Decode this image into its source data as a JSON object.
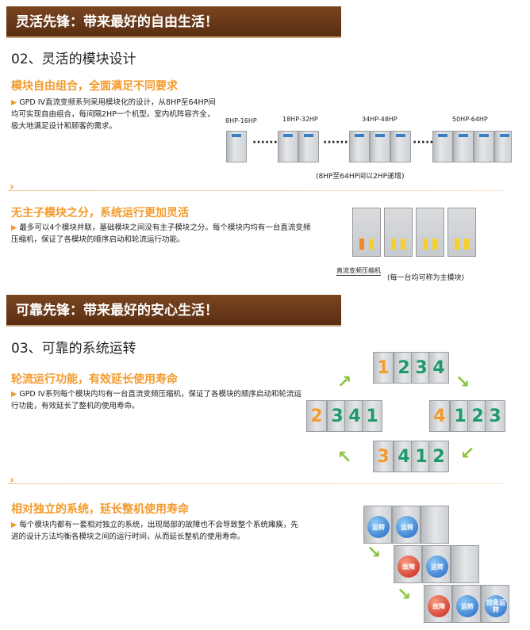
{
  "banner1": "灵活先锋：带来最好的自由生活！",
  "section1": {
    "title": "02、灵活的模块设计",
    "block1": {
      "heading": "模块自由组合，全面满足不同要求",
      "text": "GPD IV直流变频系列采用模块化的设计，从8HP至64HP间均可实现自由组合，每间隔2HP一个机型。室内机阵容齐全，极大地满足设计和顾客的需求。",
      "ranges": [
        "8HP-16HP",
        "18HP-32HP",
        "34HP-48HP",
        "50HP-64HP"
      ],
      "caption": "(8HP至64HP间以2HP递增)"
    },
    "block2": {
      "heading": "无主子模块之分，系统运行更加灵活",
      "text": "最多可以4个模块并联，基础模块之间没有主子模块之分。每个模块内均有一台直流变频压缩机，保证了各模块的顺序启动和轮流运行功能。",
      "callout": "直流变频压缩机",
      "caption": "(每一台均可称为主模块)"
    }
  },
  "banner2": "可靠先锋：带来最好的安心生活！",
  "section2": {
    "title": "03、可靠的系统运转",
    "block1": {
      "heading": "轮流运行功能，有效延长使用寿命",
      "text": "GPD IV系列每个模块内均有一台直流变频压缩机，保证了各模块的顺序启动和轮流运行功能，有效延长了整机的使用寿命。",
      "rotation": [
        [
          "1",
          "2",
          "3",
          "4"
        ],
        [
          "4",
          "1",
          "2",
          "3"
        ],
        [
          "3",
          "4",
          "1",
          "2"
        ],
        [
          "2",
          "3",
          "4",
          "1"
        ]
      ]
    },
    "block2": {
      "heading": "相对独立的系统，延长整机使用寿命",
      "text": "每个模块内都有一套相对独立的系统，出现局部的故障也不会导致整个系统瘫痪，先进的设计方法均衡各模块之间的运行时间，从而延长整机的使用寿命。",
      "states": {
        "run": "运转",
        "fault": "故障",
        "emergency": "应急运转"
      }
    }
  }
}
